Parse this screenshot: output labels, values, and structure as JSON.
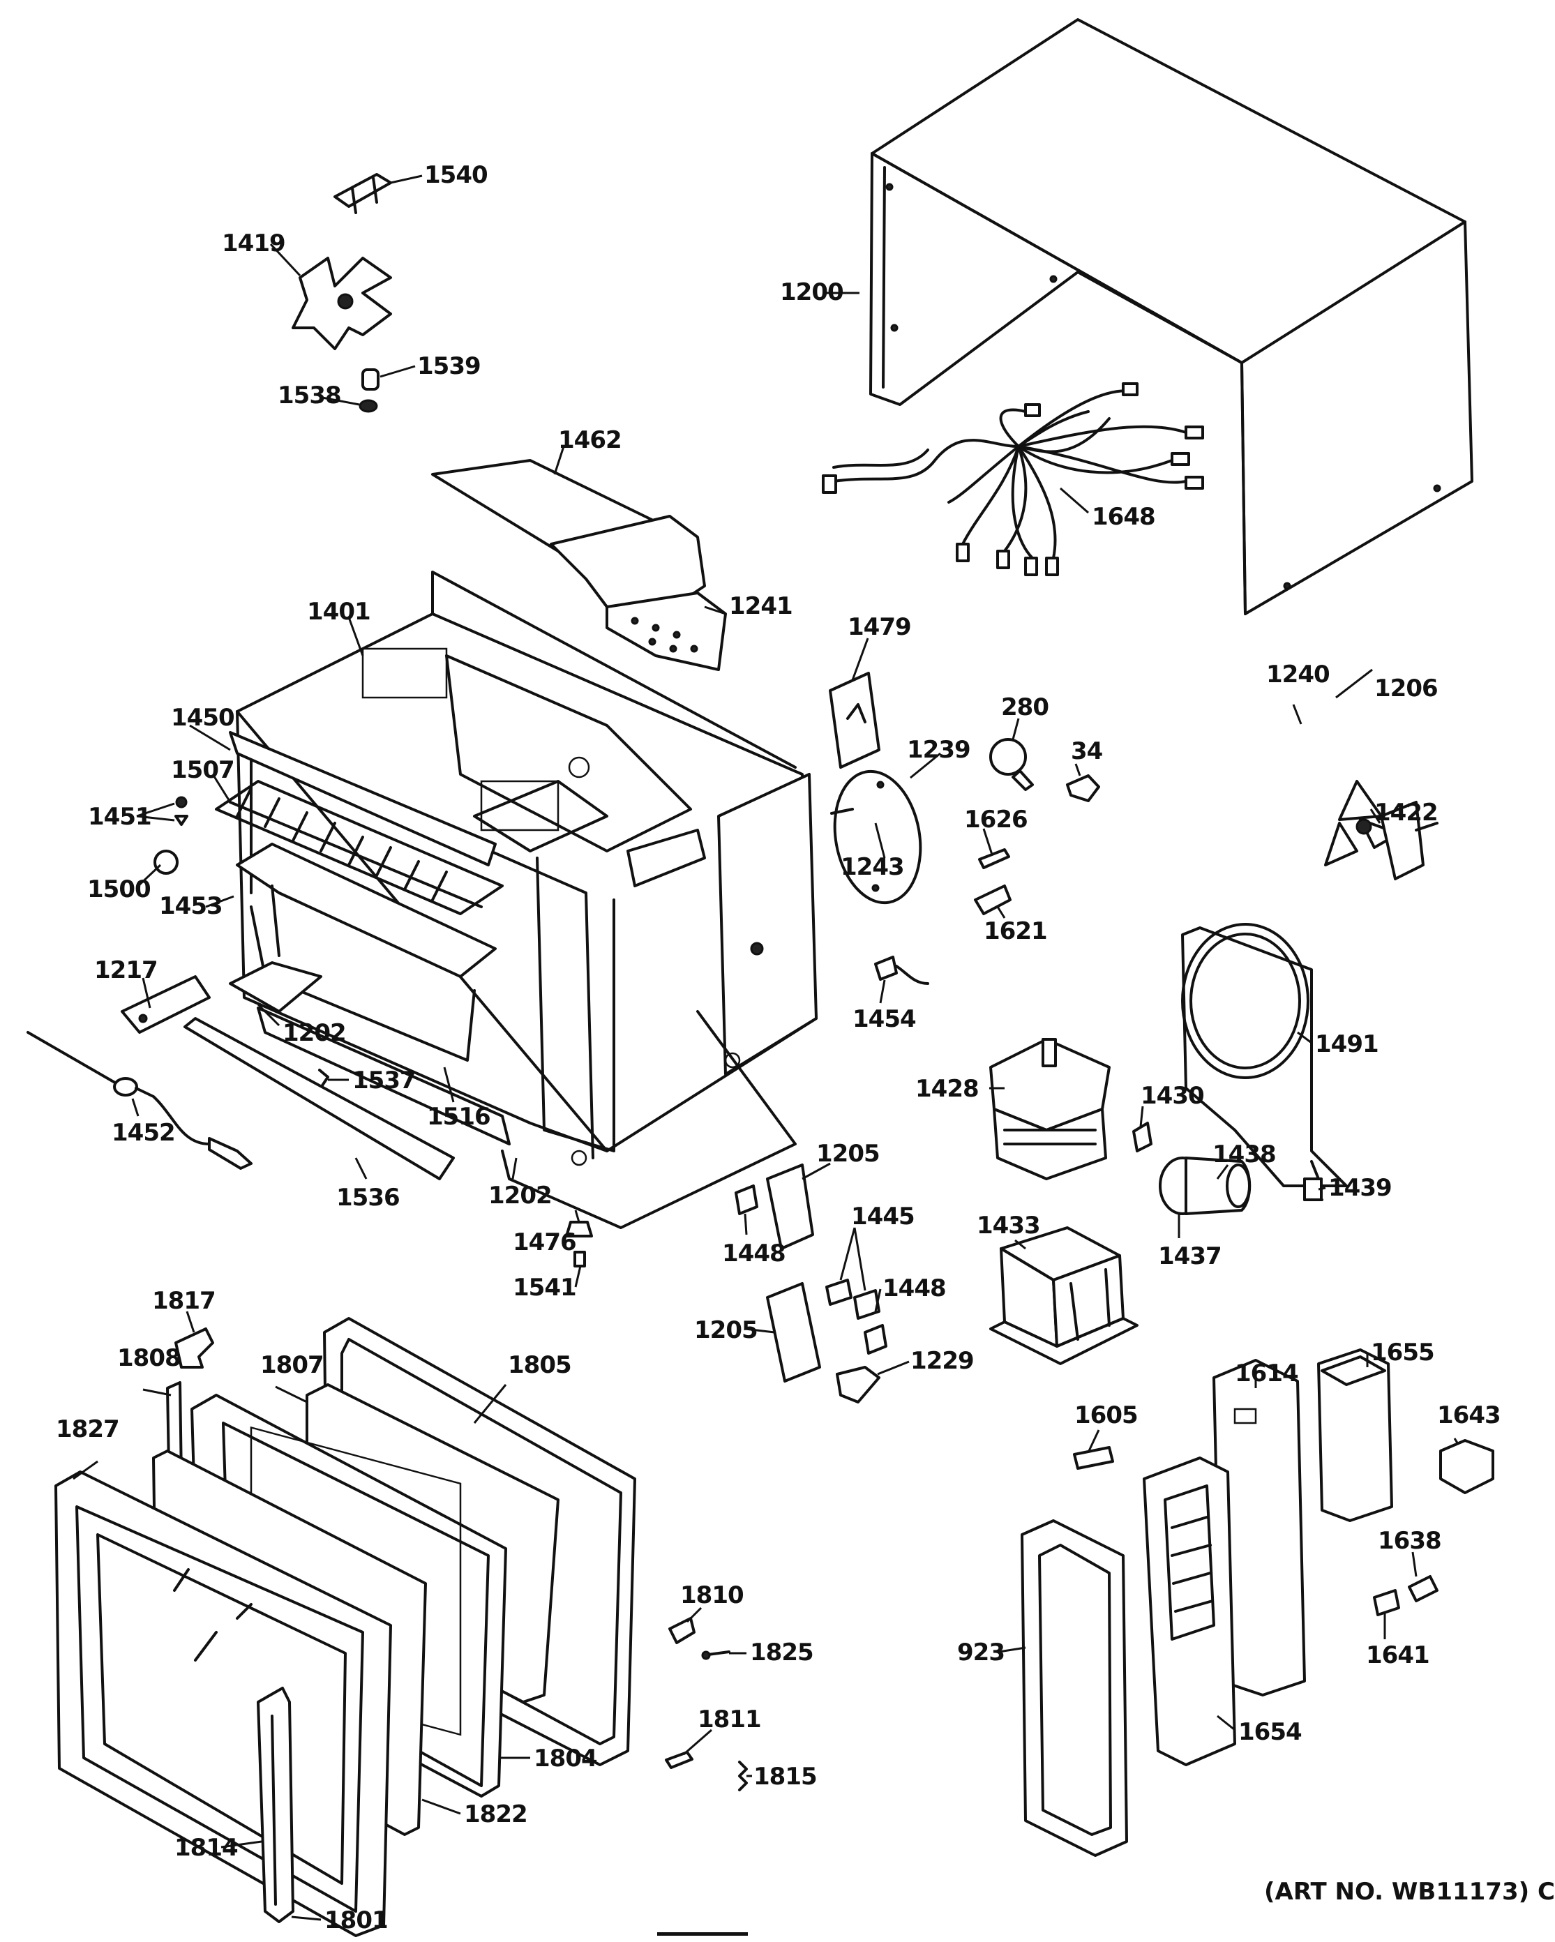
{
  "labels": [
    {
      "id": "1540",
      "text": "1540"
    },
    {
      "id": "1419",
      "text": "1419"
    },
    {
      "id": "1539",
      "text": "1539"
    },
    {
      "id": "1538",
      "text": "1538"
    },
    {
      "id": "1462",
      "text": "1462"
    },
    {
      "id": "1401",
      "text": "1401"
    },
    {
      "id": "1241",
      "text": "1241"
    },
    {
      "id": "1450",
      "text": "1450"
    },
    {
      "id": "1507",
      "text": "1507"
    },
    {
      "id": "1451",
      "text": "1451"
    },
    {
      "id": "1500",
      "text": "1500"
    },
    {
      "id": "1453",
      "text": "1453"
    },
    {
      "id": "1217",
      "text": "1217"
    },
    {
      "id": "1202a",
      "text": "1202"
    },
    {
      "id": "1537",
      "text": "1537"
    },
    {
      "id": "1516",
      "text": "1516"
    },
    {
      "id": "1452",
      "text": "1452"
    },
    {
      "id": "1536",
      "text": "1536"
    },
    {
      "id": "1202b",
      "text": "1202"
    },
    {
      "id": "1476",
      "text": "1476"
    },
    {
      "id": "1541",
      "text": "1541"
    },
    {
      "id": "1200",
      "text": "1200"
    },
    {
      "id": "1648",
      "text": "1648"
    },
    {
      "id": "1240",
      "text": "1240"
    },
    {
      "id": "1206",
      "text": "1206"
    },
    {
      "id": "1479",
      "text": "1479"
    },
    {
      "id": "1239",
      "text": "1239"
    },
    {
      "id": "1243",
      "text": "1243"
    },
    {
      "id": "280",
      "text": "280"
    },
    {
      "id": "34",
      "text": "34"
    },
    {
      "id": "1626",
      "text": "1626"
    },
    {
      "id": "1621",
      "text": "1621"
    },
    {
      "id": "1422",
      "text": "1422"
    },
    {
      "id": "1454",
      "text": "1454"
    },
    {
      "id": "1491",
      "text": "1491"
    },
    {
      "id": "1428",
      "text": "1428"
    },
    {
      "id": "1430",
      "text": "1430"
    },
    {
      "id": "1438",
      "text": "1438"
    },
    {
      "id": "1439",
      "text": "1439"
    },
    {
      "id": "1437",
      "text": "1437"
    },
    {
      "id": "1433",
      "text": "1433"
    },
    {
      "id": "1205a",
      "text": "1205"
    },
    {
      "id": "1448a",
      "text": "1448"
    },
    {
      "id": "1445",
      "text": "1445"
    },
    {
      "id": "1448b",
      "text": "1448"
    },
    {
      "id": "1205b",
      "text": "1205"
    },
    {
      "id": "1229",
      "text": "1229"
    },
    {
      "id": "1817",
      "text": "1817"
    },
    {
      "id": "1808",
      "text": "1808"
    },
    {
      "id": "1807",
      "text": "1807"
    },
    {
      "id": "1805",
      "text": "1805"
    },
    {
      "id": "1827",
      "text": "1827"
    },
    {
      "id": "1810",
      "text": "1810"
    },
    {
      "id": "1825",
      "text": "1825"
    },
    {
      "id": "1811",
      "text": "1811"
    },
    {
      "id": "1815",
      "text": "1815"
    },
    {
      "id": "1804",
      "text": "1804"
    },
    {
      "id": "1822",
      "text": "1822"
    },
    {
      "id": "1814",
      "text": "1814"
    },
    {
      "id": "1801",
      "text": "1801"
    },
    {
      "id": "1605",
      "text": "1605"
    },
    {
      "id": "1614",
      "text": "1614"
    },
    {
      "id": "1655",
      "text": "1655"
    },
    {
      "id": "1643",
      "text": "1643"
    },
    {
      "id": "1638",
      "text": "1638"
    },
    {
      "id": "1641",
      "text": "1641"
    },
    {
      "id": "923",
      "text": "923"
    },
    {
      "id": "1654",
      "text": "1654"
    }
  ],
  "art_number": "(ART NO. WB11173) C"
}
